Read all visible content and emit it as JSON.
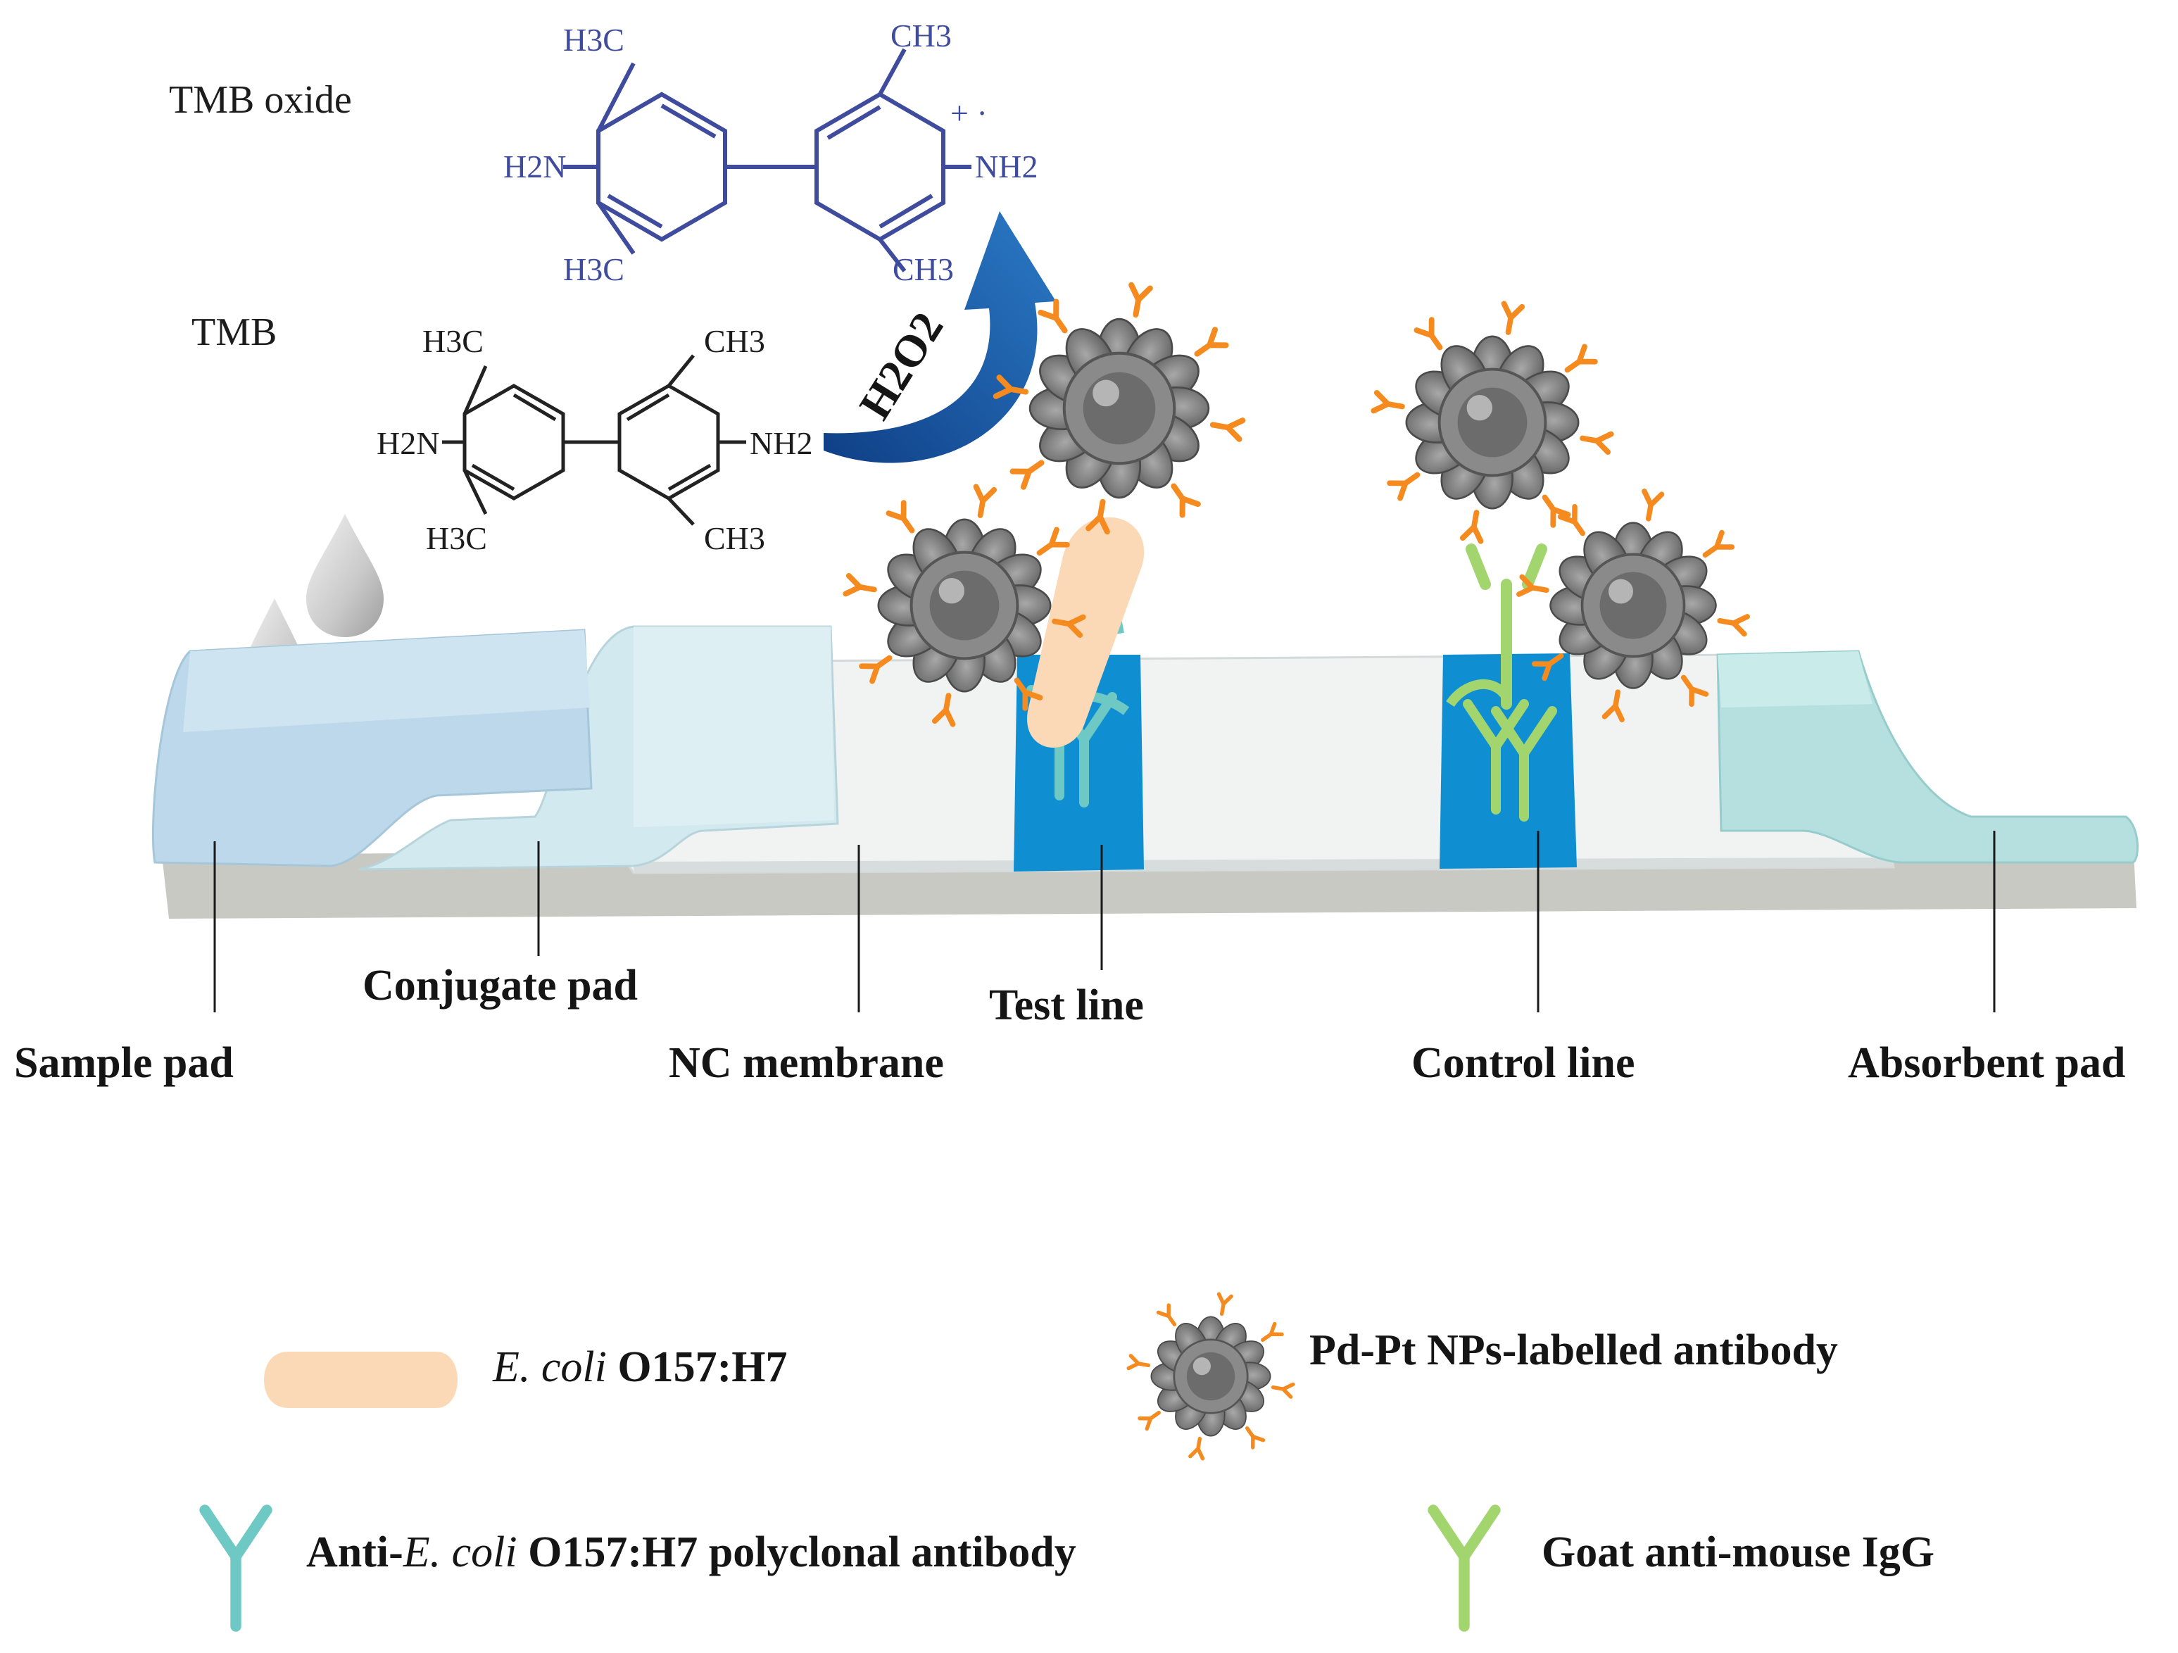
{
  "reaction": {
    "tmb_oxide_label": "TMB oxide",
    "tmb_label": "TMB",
    "oxidant_label": "H2O2",
    "tmb_oxide_groups": {
      "top_left": "H3C",
      "top_right": "CH3",
      "left": "H2N",
      "right": "NH2",
      "radical": "+ ·",
      "bottom_left": "H3C",
      "bottom_right": "CH3"
    },
    "tmb_groups": {
      "top_left": "H3C",
      "top_right": "CH3",
      "left": "H2N",
      "right": "NH2",
      "bottom_left": "H3C",
      "bottom_right": "CH3"
    }
  },
  "strip_labels": {
    "sample_pad": "Sample pad",
    "conjugate_pad": "Conjugate pad",
    "nc_membrane": "NC membrane",
    "test_line": "Test line",
    "control_line": "Control line",
    "absorbent_pad": "Absorbent pad"
  },
  "legend": {
    "ecoli_italic": "E. coli",
    "ecoli_rest": " O157:H7",
    "nps_label": "Pd-Pt NPs-labelled antibody",
    "poly_pre": "Anti-",
    "poly_italic": "E. coli",
    "poly_rest": " O157:H7 polyclonal antibody",
    "goat_label": "Goat anti-mouse IgG"
  },
  "colors": {
    "sample_pad": "#bcd8ea",
    "conjugate_pad": "#d2e9ef",
    "membrane": "#f1f3f3",
    "line_band": "#0f8fd2",
    "absorbent_pad": "#b6e0df",
    "backing": "#c7c7c2",
    "tmb_oxide": "#3f4c9d",
    "arrow": "#1b5ea3",
    "ecoli": "#fbd9b6",
    "nanoparticle": "#7f7f7f",
    "labelled_antibody": "#f58a1f",
    "polyclonal_antibody": "#6ec9c4",
    "goat_igg": "#a3d56f"
  }
}
